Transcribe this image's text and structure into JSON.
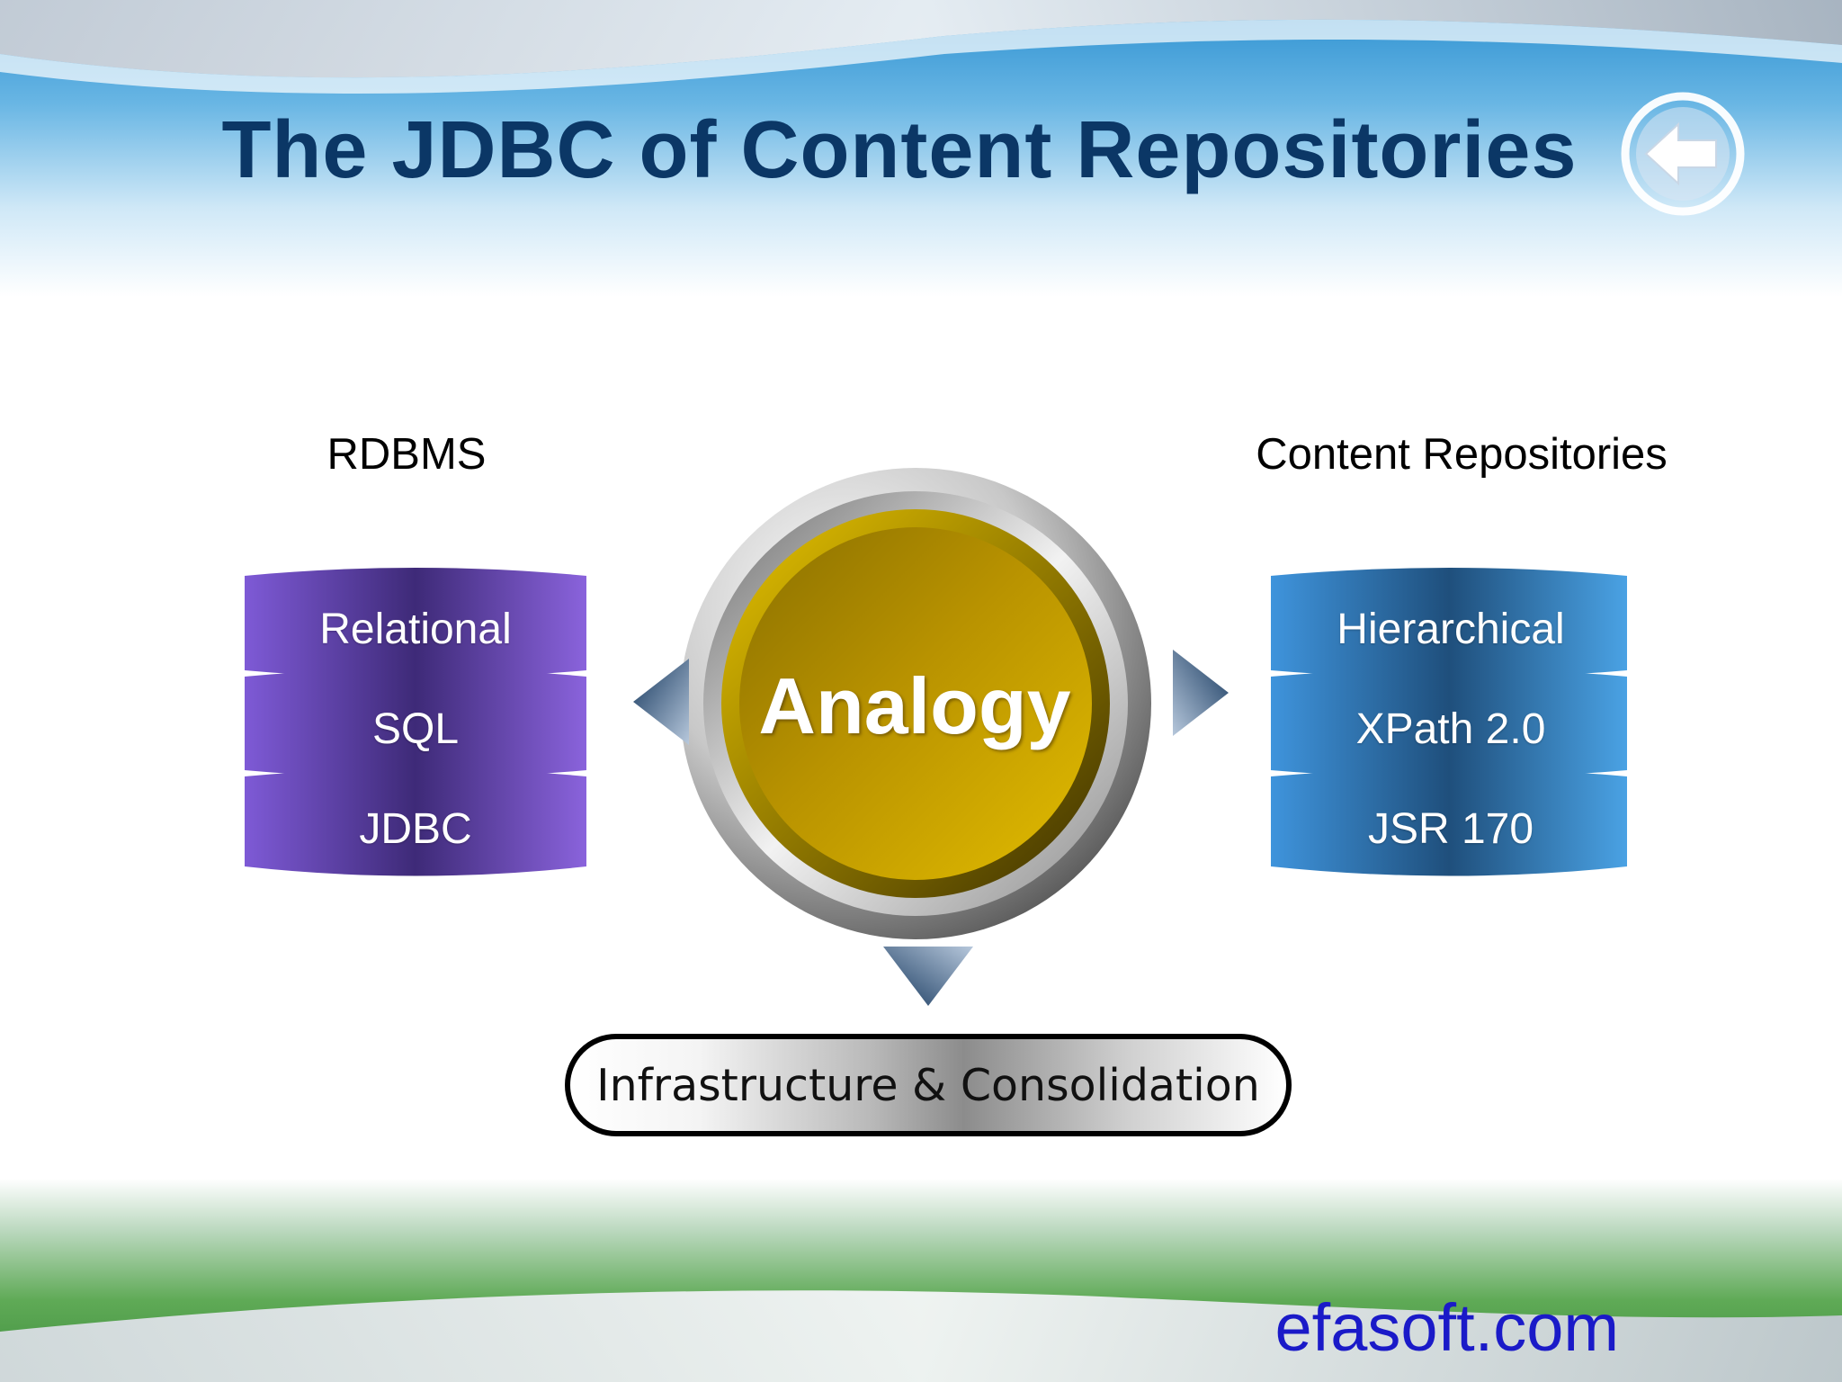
{
  "slide": {
    "title": "The JDBC of Content Repositories",
    "footer_site": "efasoft.com"
  },
  "diagram": {
    "center_label": "Analogy",
    "left_group": {
      "label": "RDBMS",
      "rows": [
        "Relational",
        "SQL",
        "JDBC"
      ]
    },
    "right_group": {
      "label": "Content Repositories",
      "rows": [
        "Hierarchical",
        "XPath 2.0",
        "JSR 170"
      ]
    },
    "bottom_label": "Infrastructure & Consolidation"
  },
  "icons": {
    "back": "arrow-left-circle-icon"
  },
  "colors": {
    "title": "#0b3766",
    "left_database": "#6a4bc8",
    "right_database": "#3d8ed6",
    "center_circle": "#c9a000",
    "arrows": "#2f5a85",
    "footer": "#1a1ac8"
  }
}
